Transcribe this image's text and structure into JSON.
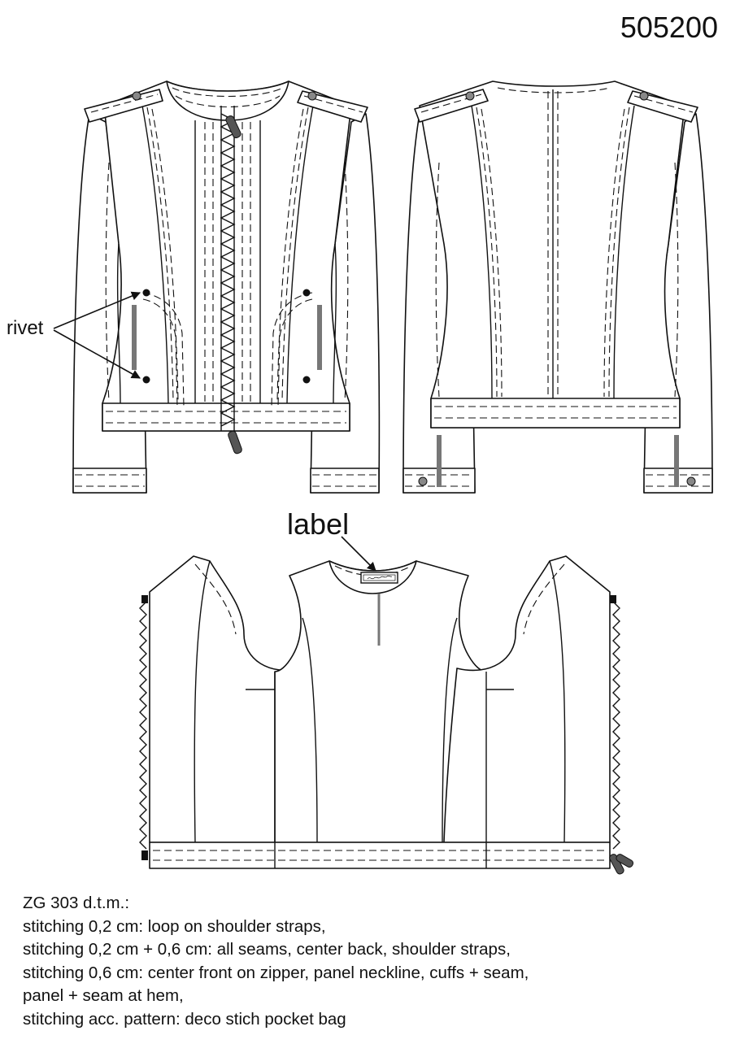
{
  "article_number": "505200",
  "callouts": {
    "rivet": "rivet",
    "label": "label"
  },
  "notes": [
    "ZG 303 d.t.m.:",
    "stitching 0,2 cm: loop on shoulder straps,",
    "stitching 0,2 cm + 0,6 cm: all seams, center back, shoulder straps,",
    "stitching 0,6 cm: center front on zipper, panel neckline, cuffs + seam,",
    "panel + seam at hem,",
    "stitching acc. pattern: deco stich  pocket bag"
  ]
}
